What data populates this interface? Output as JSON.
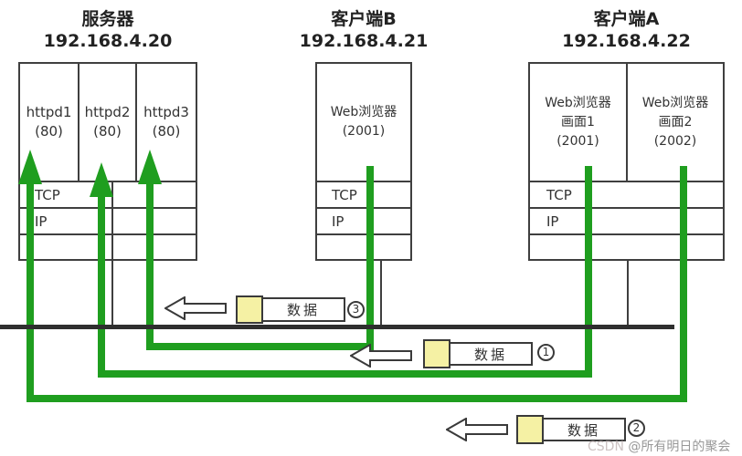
{
  "diagram": {
    "server": {
      "title": "服务器",
      "ip": "192.168.4.20",
      "processes": [
        {
          "name": "httpd1",
          "port": "(80)"
        },
        {
          "name": "httpd2",
          "port": "(80)"
        },
        {
          "name": "httpd3",
          "port": "(80)"
        }
      ],
      "layers": {
        "tcp": "TCP",
        "ip": "IP"
      }
    },
    "client_b": {
      "title": "客户端B",
      "ip": "192.168.4.21",
      "app": {
        "line1": "Web浏览器",
        "line2": "(2001)"
      },
      "layers": {
        "tcp": "TCP",
        "ip": "IP"
      }
    },
    "client_a": {
      "title": "客户端A",
      "ip": "192.168.4.22",
      "apps": [
        {
          "line1": "Web浏览器",
          "line2": "画面1",
          "line3": "(2001)"
        },
        {
          "line1": "Web浏览器",
          "line2": "画面2",
          "line3": "(2002)"
        }
      ],
      "layers": {
        "tcp": "TCP",
        "ip": "IP"
      }
    },
    "packets": [
      {
        "label": "数据",
        "number": "3"
      },
      {
        "label": "数据",
        "number": "1"
      },
      {
        "label": "数据",
        "number": "2"
      }
    ],
    "watermark": {
      "brand": "CSDN ",
      "handle": "@所有明日的聚会"
    },
    "colors": {
      "green": "#1f9e1f",
      "yellow": "#f5f1a4",
      "line_dark": "#3a3a3a"
    }
  }
}
